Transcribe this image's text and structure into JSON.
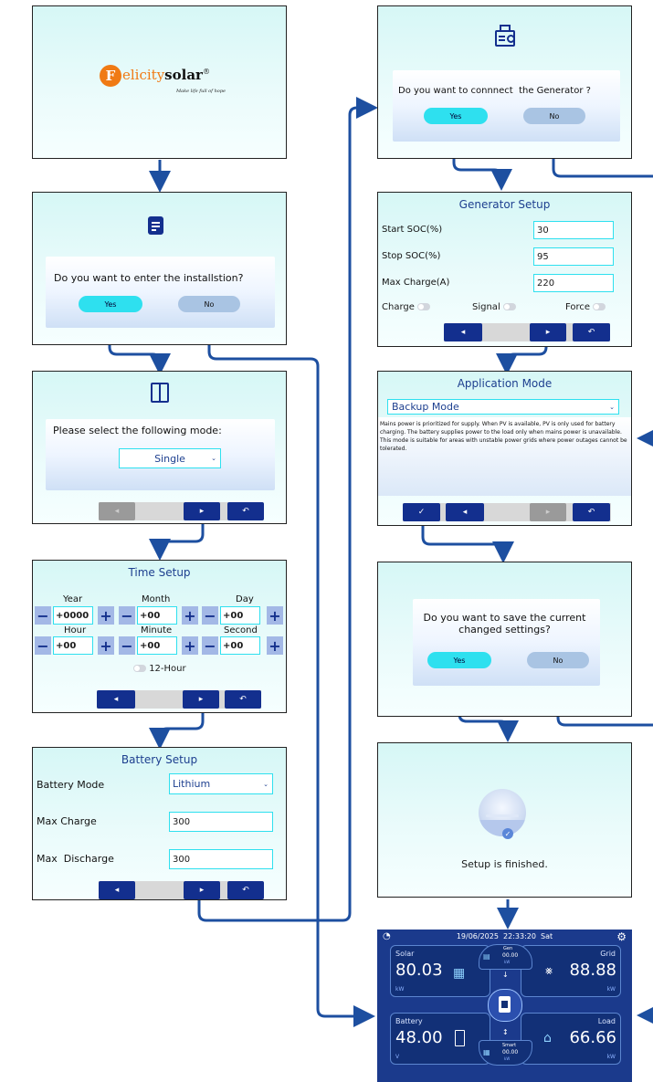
{
  "brand": {
    "name_prefix": "elicity",
    "name_suffix": "solar",
    "mark": "®",
    "tagline": "Make life full of hope"
  },
  "install": {
    "question": "Do you want to enter the installstion?",
    "yes": "Yes",
    "no": "No"
  },
  "mode_select": {
    "prompt": "Please select the following mode:",
    "value": "Single"
  },
  "time_setup": {
    "title": "Time Setup",
    "fields": [
      {
        "label": "Year",
        "value": "+0000"
      },
      {
        "label": "Month",
        "value": "+00"
      },
      {
        "label": "Day",
        "value": "+00"
      },
      {
        "label": "Hour",
        "value": "+00"
      },
      {
        "label": "Minute",
        "value": "+00"
      },
      {
        "label": "Second",
        "value": "+00"
      }
    ],
    "toggle_label": "12-Hour"
  },
  "battery_setup": {
    "title": "Battery Setup",
    "mode_label": "Battery Mode",
    "mode_value": "Lithium",
    "max_charge_label": "Max Charge",
    "max_charge_value": "300",
    "max_discharge_label": "Max  Discharge",
    "max_discharge_value": "300"
  },
  "generator_prompt": {
    "question": "Do you want to connnect  the Generator ?",
    "yes": "Yes",
    "no": "No"
  },
  "generator_setup": {
    "title": "Generator Setup",
    "start_soc_label": "Start SOC(%)",
    "start_soc_value": "30",
    "stop_soc_label": "Stop SOC(%)",
    "stop_soc_value": "95",
    "max_charge_label": "Max Charge(A)",
    "max_charge_value": "220",
    "charge_label": "Charge",
    "signal_label": "Signal",
    "force_label": "Force"
  },
  "application_mode": {
    "title": "Application Mode",
    "value": "Backup Mode",
    "description": "Mains power is prioritized for supply. When PV is available, PV is only used for battery charging. The battery supplies power to the load only when mains power is unavailable. This mode is suitable for areas with unstable power grids where power outages cannot be tolerated."
  },
  "save_prompt": {
    "question_line1": "Do you want to save the current",
    "question_line2": "changed settings?",
    "yes": "Yes",
    "no": "No"
  },
  "finished": {
    "message": "Setup is finished."
  },
  "dashboard": {
    "datetime": "19/06/2025  22:33:20  Sat",
    "solar": {
      "label": "Solar",
      "value": "80.03",
      "unit": "kW"
    },
    "grid": {
      "label": "Grid",
      "value": "88.88",
      "unit": "kW"
    },
    "battery": {
      "label": "Battery",
      "value": "48.00",
      "unit": "V"
    },
    "load": {
      "label": "Load",
      "value": "66.66",
      "unit": "kW"
    },
    "gen": {
      "label": "Gen",
      "value": "00.00",
      "unit": "kW"
    },
    "smart": {
      "label": "Smart",
      "value": "00.00",
      "unit": "kW"
    }
  },
  "colors": {
    "accent_cyan": "#2ee0ef",
    "nav_blue": "#132f8e",
    "arrow_blue": "#1d4fa0",
    "title_blue": "#1d3f8f"
  }
}
